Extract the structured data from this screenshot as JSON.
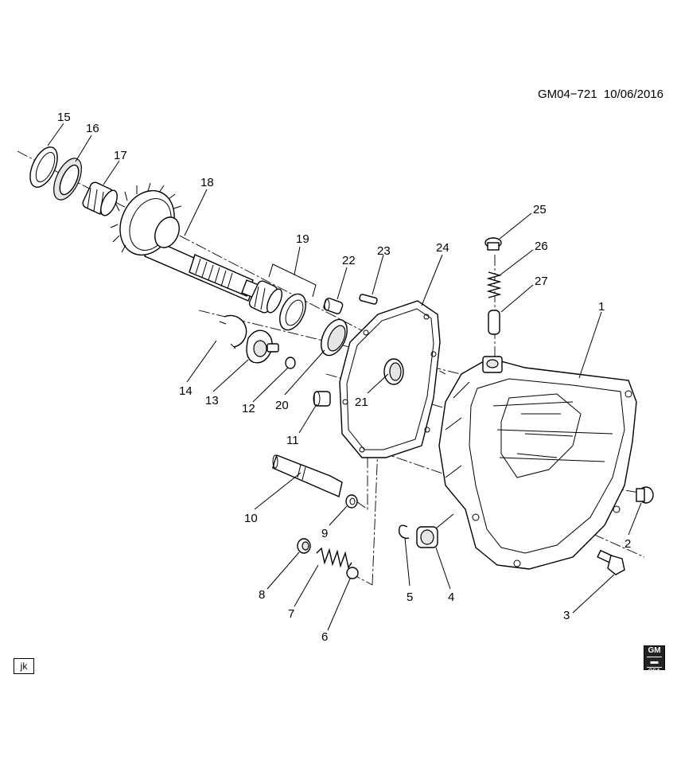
{
  "header": {
    "code": "GM04−721",
    "date": "10/06/2016"
  },
  "badge": {
    "text": "jk"
  },
  "logo": {
    "line1": "GM",
    "line2": "OSA",
    "icon": "gm-logo-icon"
  },
  "callouts": [
    {
      "num": "1"
    },
    {
      "num": "2"
    },
    {
      "num": "3"
    },
    {
      "num": "4"
    },
    {
      "num": "5"
    },
    {
      "num": "6"
    },
    {
      "num": "7"
    },
    {
      "num": "8"
    },
    {
      "num": "9"
    },
    {
      "num": "10"
    },
    {
      "num": "11"
    },
    {
      "num": "12"
    },
    {
      "num": "13"
    },
    {
      "num": "14"
    },
    {
      "num": "15"
    },
    {
      "num": "16"
    },
    {
      "num": "17"
    },
    {
      "num": "18"
    },
    {
      "num": "19"
    },
    {
      "num": "20"
    },
    {
      "num": "21"
    },
    {
      "num": "22"
    },
    {
      "num": "23"
    },
    {
      "num": "24"
    },
    {
      "num": "25"
    },
    {
      "num": "26"
    },
    {
      "num": "27"
    }
  ]
}
